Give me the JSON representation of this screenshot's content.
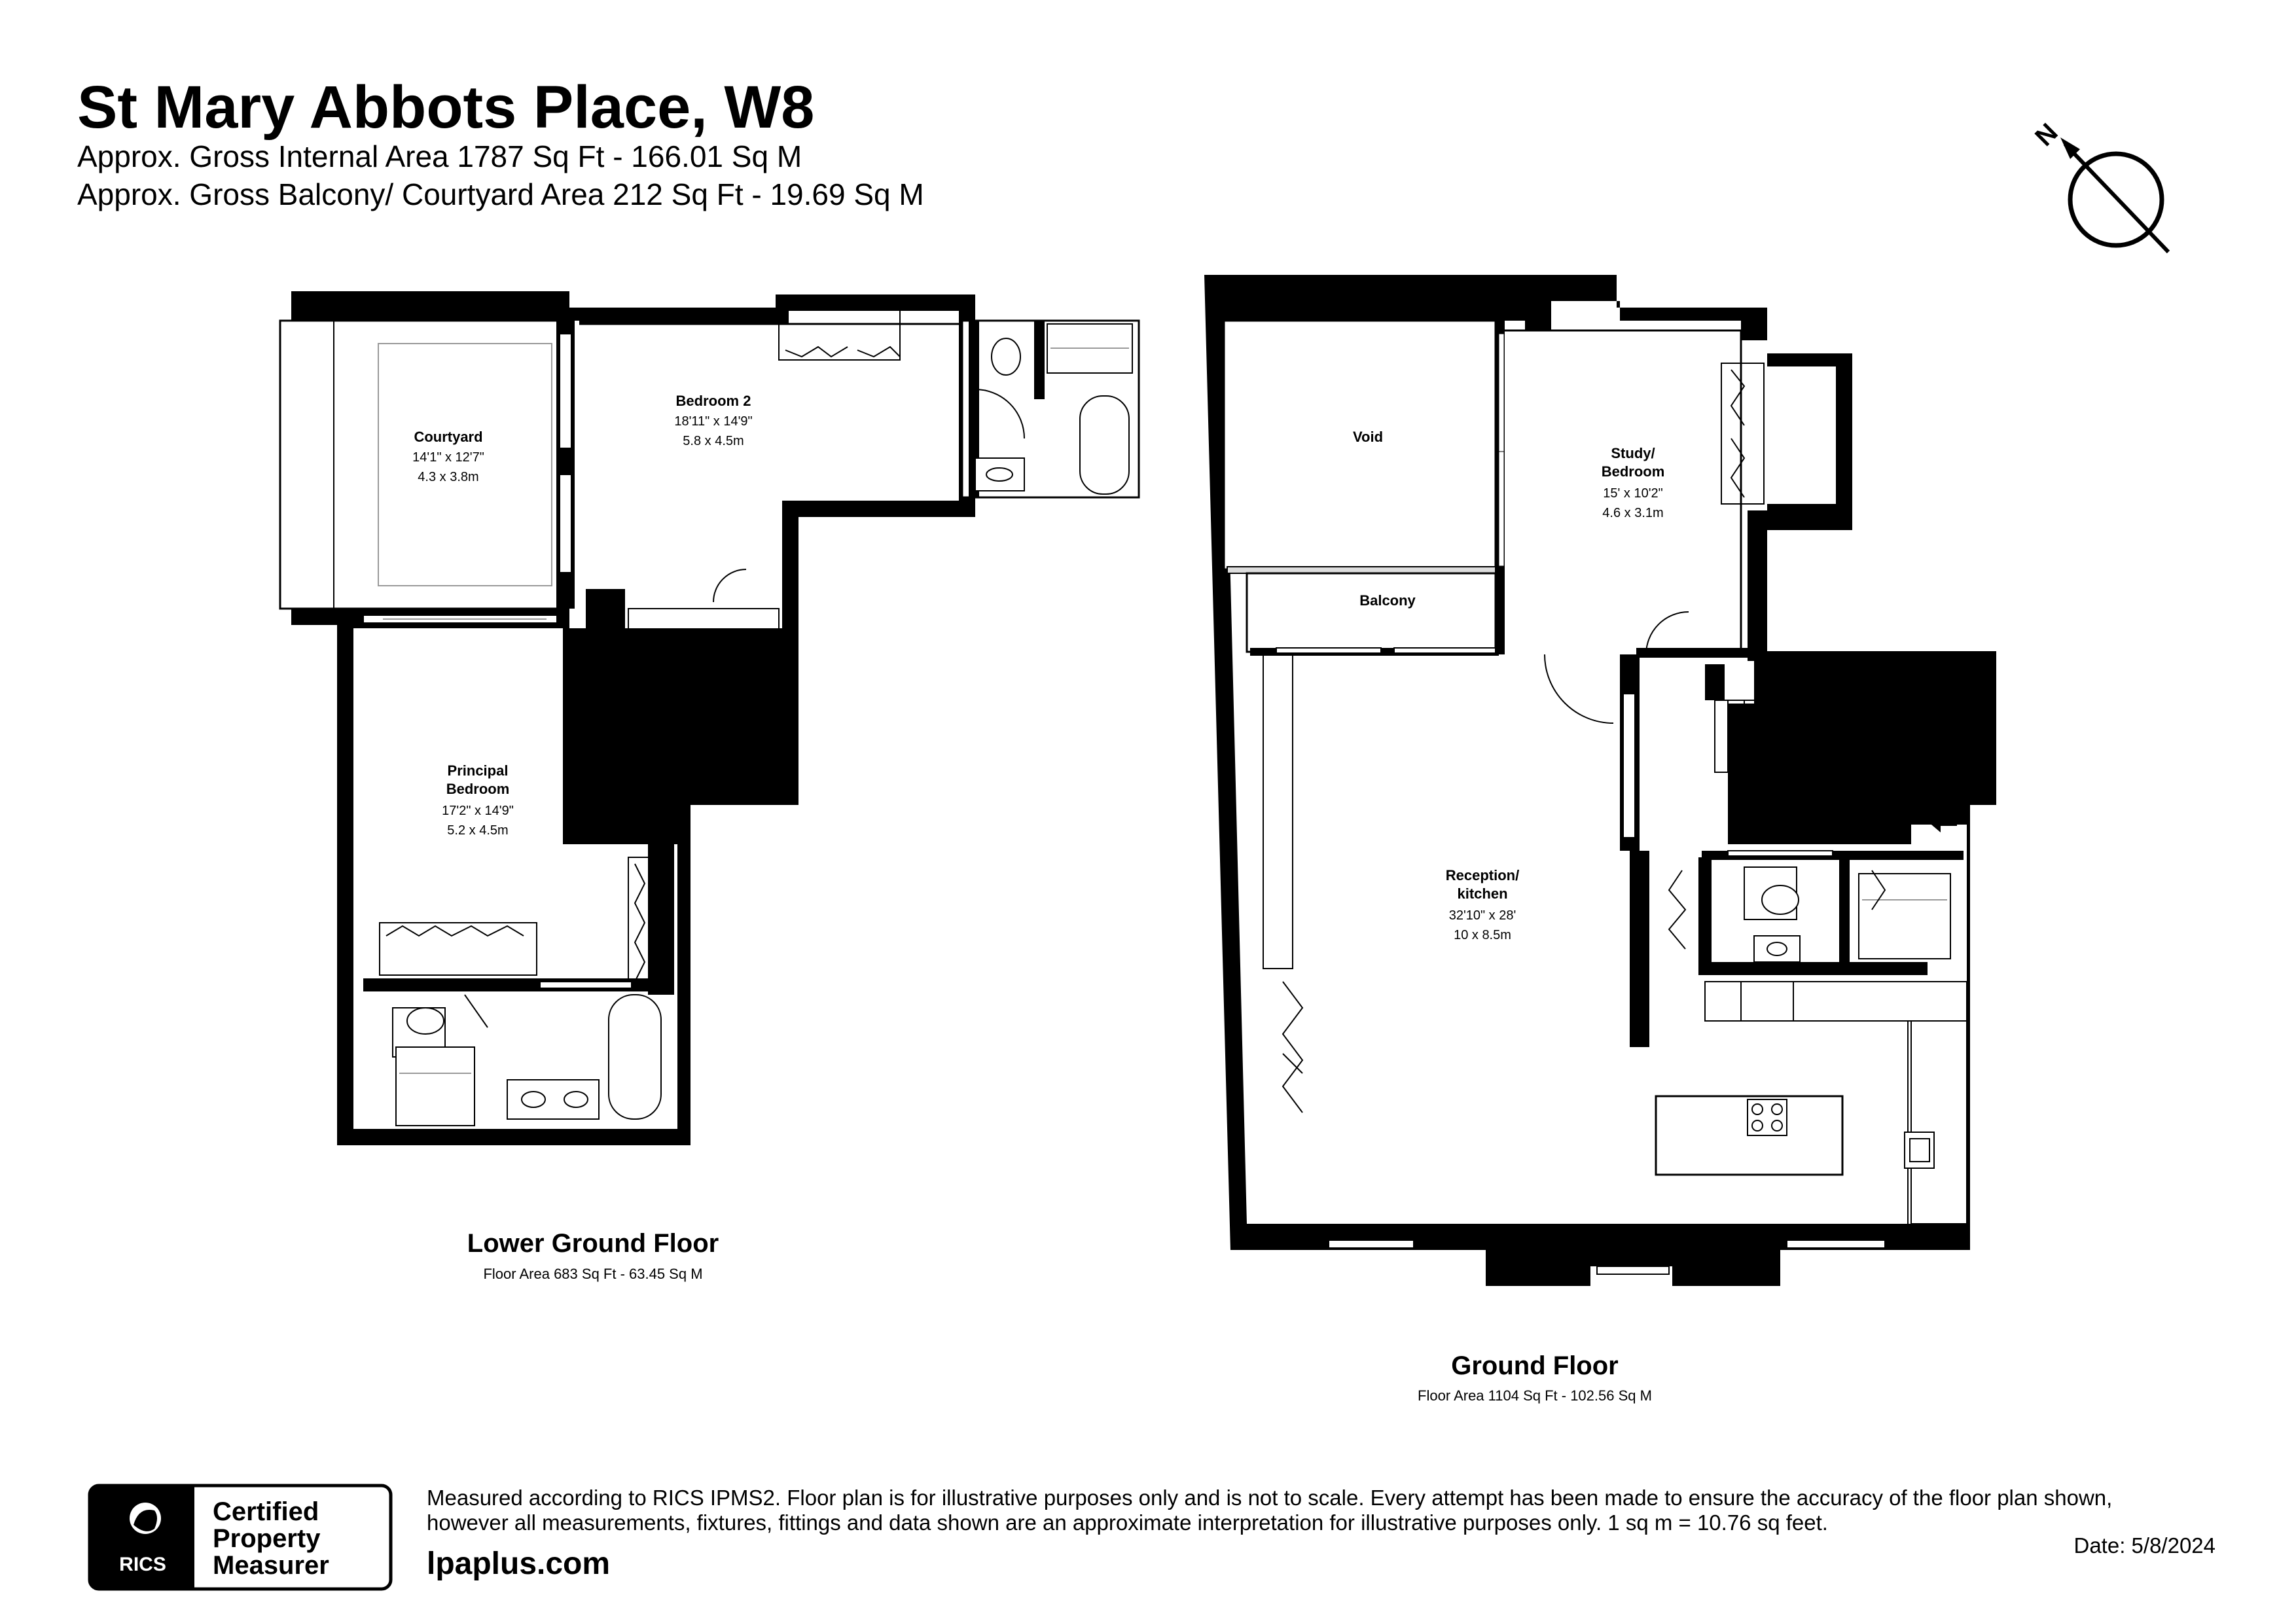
{
  "header": {
    "title": "St Mary Abbots Place, W8",
    "internal_area": "Approx. Gross Internal Area 1787 Sq Ft - 166.01 Sq M",
    "external_area": "Approx. Gross Balcony/ Courtyard Area 212 Sq Ft - 19.69 Sq M"
  },
  "compass": {
    "label": "N",
    "icon": "north-arrow-icon"
  },
  "lower_ground": {
    "title": "Lower Ground Floor",
    "area": "Floor Area 683 Sq Ft - 63.45 Sq M",
    "rooms": {
      "courtyard": {
        "name": "Courtyard",
        "imperial": "14'1\" x 12'7\"",
        "metric": "4.3 x 3.8m"
      },
      "bedroom2": {
        "name": "Bedroom 2",
        "imperial": "18'11\" x 14'9\"",
        "metric": "5.8 x 4.5m"
      },
      "principal": {
        "name1": "Principal",
        "name2": "Bedroom",
        "imperial": "17'2\" x 14'9\"",
        "metric": "5.2 x 4.5m"
      }
    }
  },
  "ground": {
    "title": "Ground Floor",
    "area": "Floor Area 1104 Sq Ft - 102.56 Sq M",
    "rooms": {
      "void": {
        "name": "Void"
      },
      "balcony": {
        "name": "Balcony"
      },
      "study": {
        "name1": "Study/",
        "name2": "Bedroom",
        "imperial": "15' x 10'2\"",
        "metric": "4.6 x 3.1m"
      },
      "reception": {
        "name1": "Reception/",
        "name2": "kitchen",
        "imperial": "32'10\" x 28'",
        "metric": "10 x 8.5m"
      }
    }
  },
  "footer": {
    "rics_logo_text": "RICS",
    "badge_line1": "Certified",
    "badge_line2": "Property",
    "badge_line3": "Measurer",
    "disclaimer_line1": "Measured according to RICS IPMS2. Floor plan is for illustrative purposes only and is not to scale. Every attempt has been made to ensure the accuracy of the floor plan shown,",
    "disclaimer_line2": "however all measurements, fixtures, fittings and data shown are an approximate interpretation for illustrative purposes only. 1 sq m = 10.76 sq feet.",
    "website": "lpaplus.com",
    "date": "Date: 5/8/2024"
  }
}
